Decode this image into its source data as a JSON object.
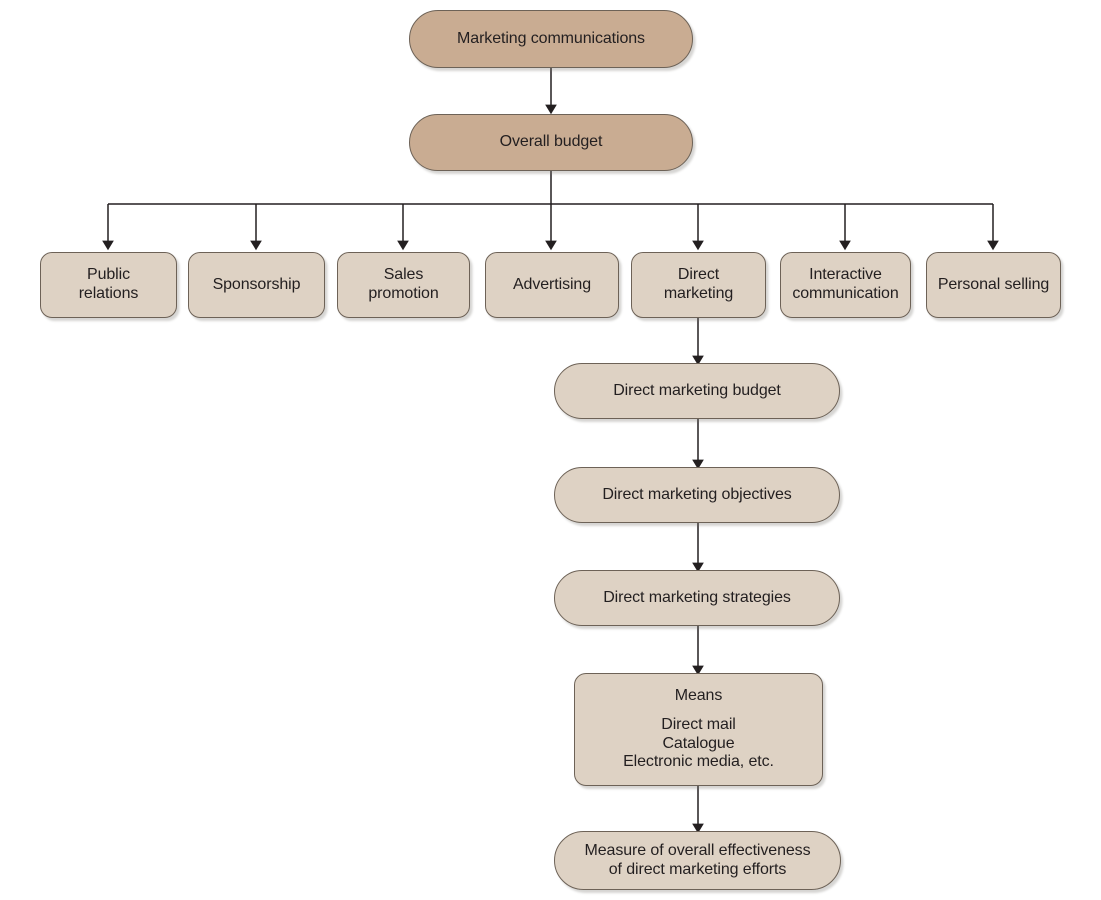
{
  "diagram": {
    "title": "Direct marketing planning flowchart",
    "colors": {
      "node_fill_dark": "#c9ac92",
      "node_fill_light": "#ded2c4",
      "node_border": "#6d6257",
      "text": "#231f20",
      "connector": "#231f20",
      "background": "#ffffff"
    },
    "nodes": {
      "marketing_communications": "Marketing communications",
      "overall_budget": "Overall budget",
      "public_relations_line1": "Public",
      "public_relations_line2": "relations",
      "sponsorship": "Sponsorship",
      "sales_promotion_line1": "Sales",
      "sales_promotion_line2": "promotion",
      "advertising": "Advertising",
      "direct_marketing_line1": "Direct",
      "direct_marketing_line2": "marketing",
      "interactive_communication_line1": "Interactive",
      "interactive_communication_line2": "communication",
      "personal_selling": "Personal selling",
      "direct_marketing_budget": "Direct marketing budget",
      "direct_marketing_objectives": "Direct marketing objectives",
      "direct_marketing_strategies": "Direct marketing strategies",
      "means_title": "Means",
      "means_item_1": "Direct mail",
      "means_item_2": "Catalogue",
      "means_item_3": "Electronic media, etc.",
      "measure_line1": "Measure of overall effectiveness",
      "measure_line2": "of direct marketing efforts"
    }
  }
}
